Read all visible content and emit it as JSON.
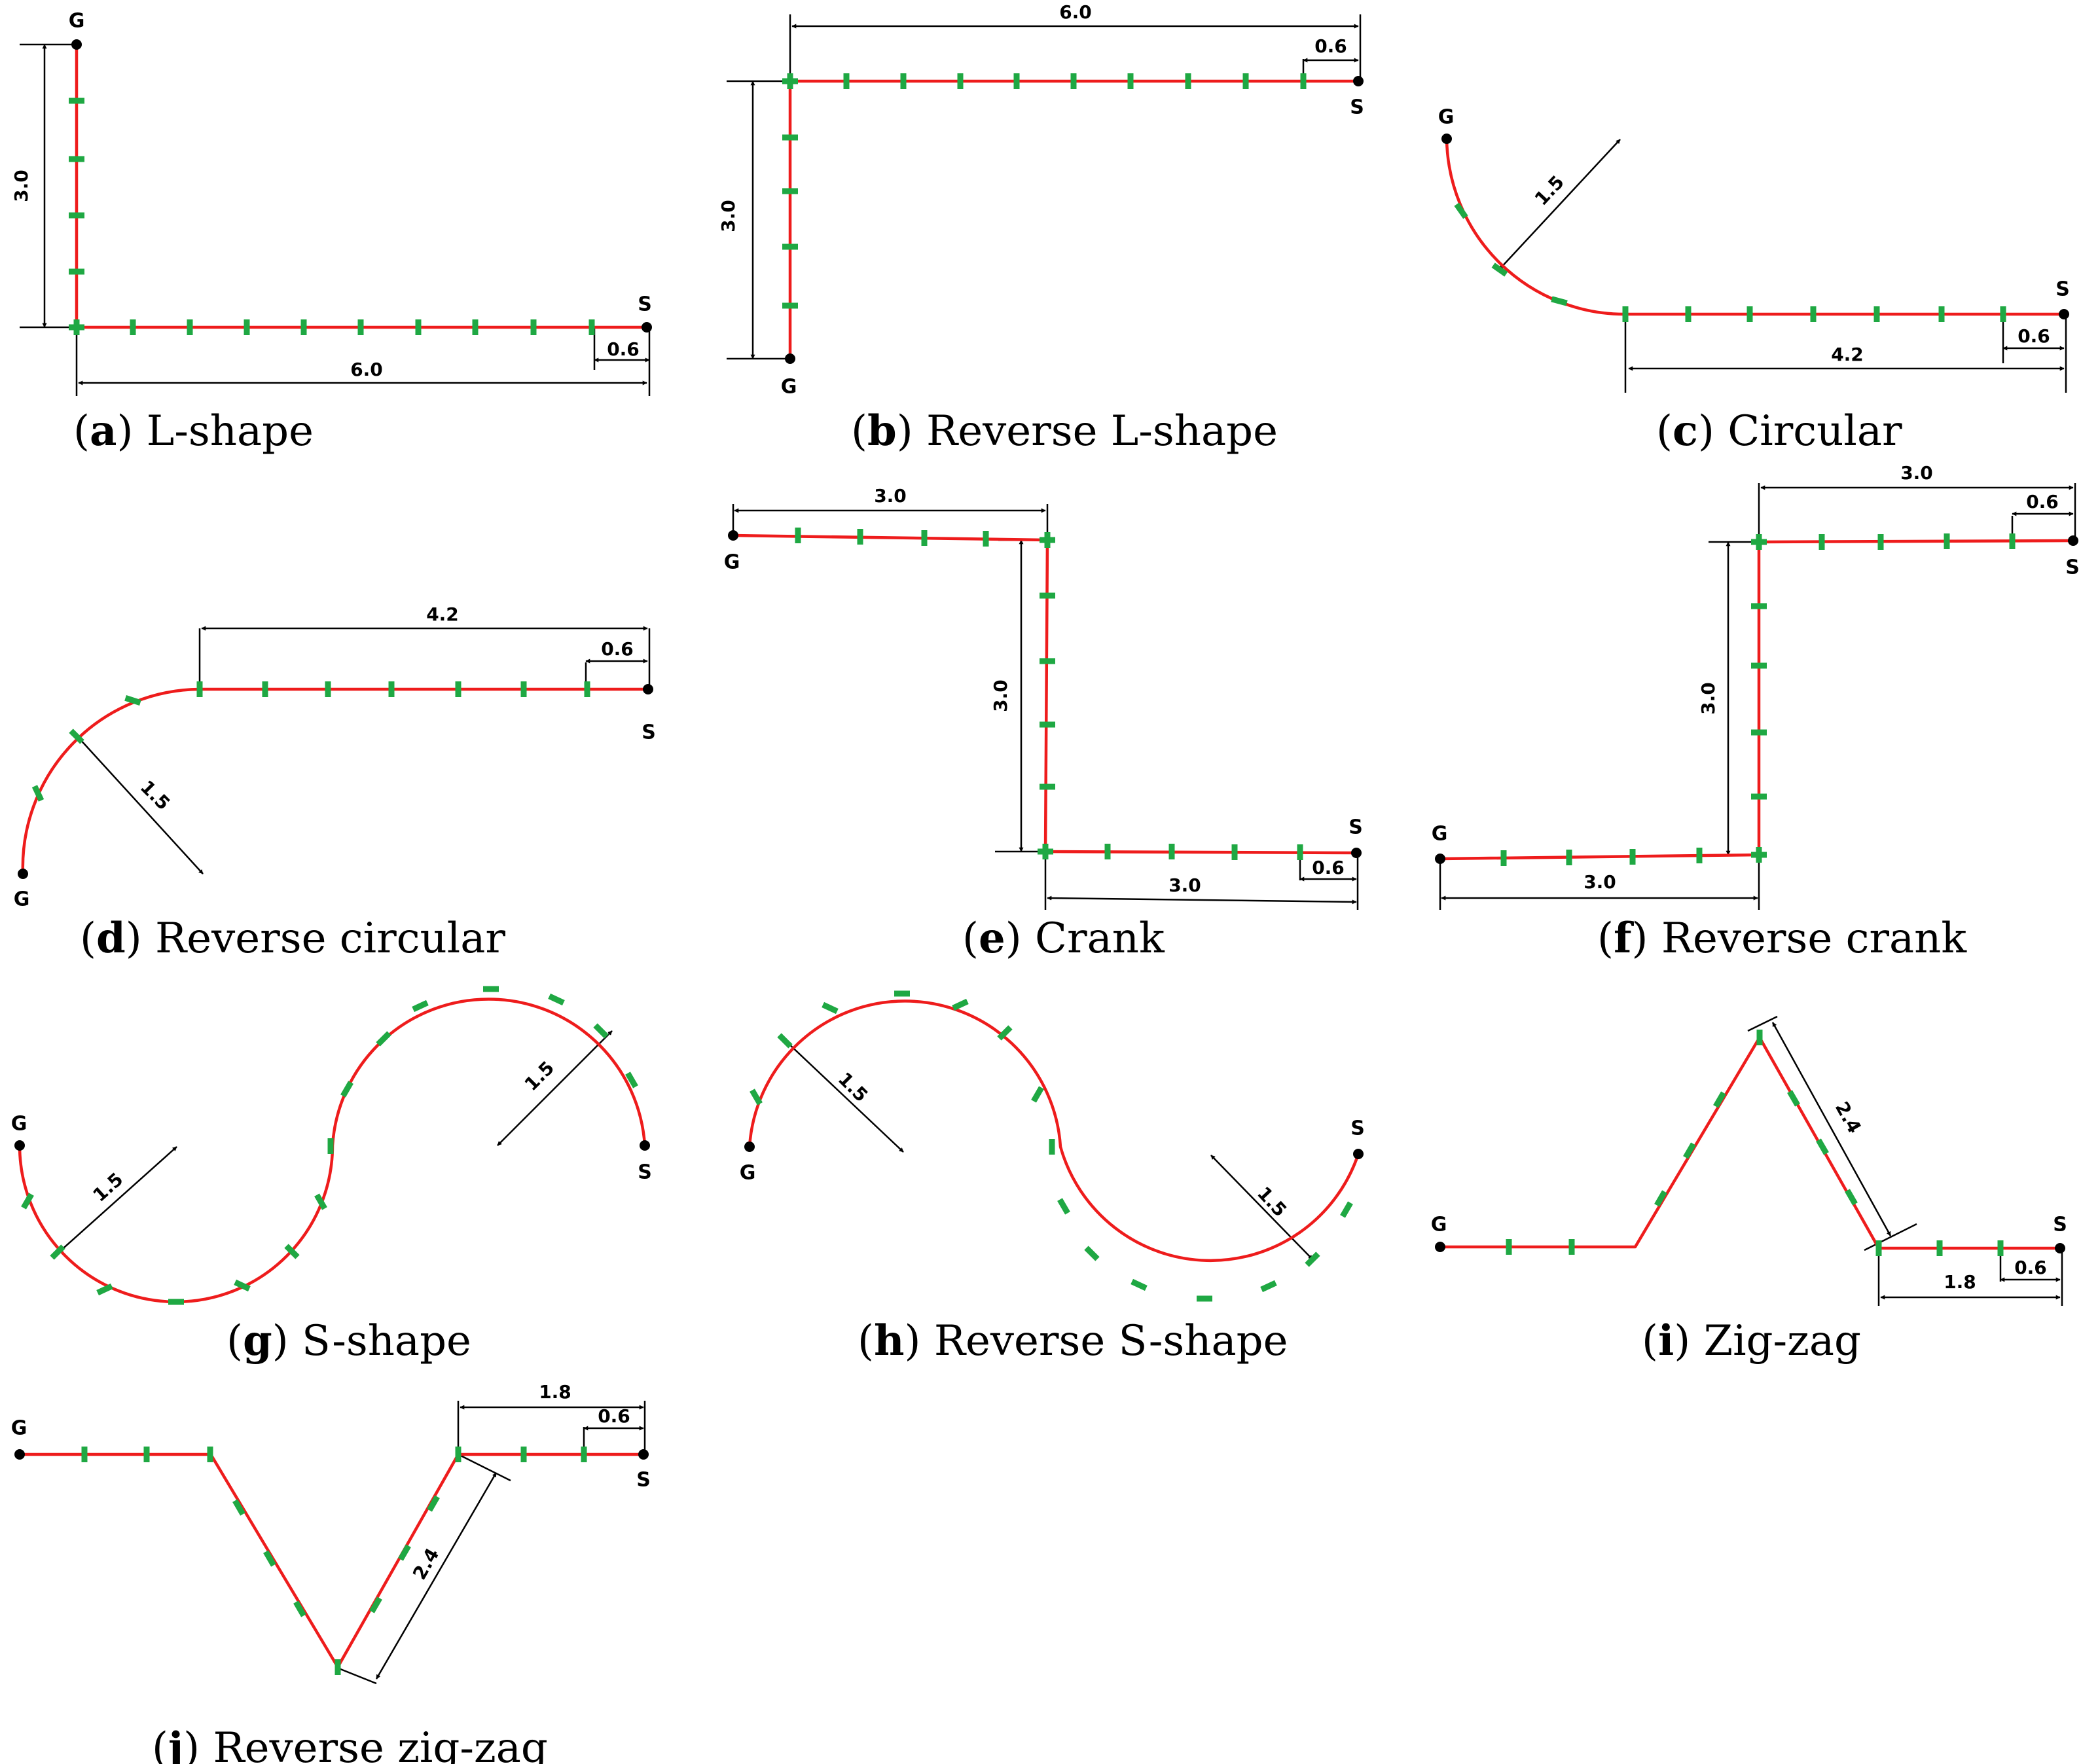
{
  "colors": {
    "path": "#ee1c1c",
    "ticks": "#1fa843",
    "annotations": "#000000"
  },
  "endpoints": {
    "start": "S",
    "goal": "G"
  },
  "panels": [
    {
      "letter": "a",
      "title": "L-shape",
      "dims": [
        "3.0",
        "6.0",
        "0.6"
      ]
    },
    {
      "letter": "b",
      "title": "Reverse L-shape",
      "dims": [
        "6.0",
        "0.6",
        "3.0"
      ]
    },
    {
      "letter": "c",
      "title": "Circular",
      "dims": [
        "1.5",
        "4.2",
        "0.6"
      ]
    },
    {
      "letter": "d",
      "title": "Reverse circular",
      "dims": [
        "4.2",
        "0.6",
        "1.5"
      ]
    },
    {
      "letter": "e",
      "title": "Crank",
      "dims": [
        "3.0",
        "3.0",
        "3.0",
        "0.6"
      ]
    },
    {
      "letter": "f",
      "title": "Reverse crank",
      "dims": [
        "3.0",
        "0.6",
        "3.0",
        "3.0"
      ]
    },
    {
      "letter": "g",
      "title": "S-shape",
      "dims": [
        "1.5",
        "1.5"
      ]
    },
    {
      "letter": "h",
      "title": "Reverse S-shape",
      "dims": [
        "1.5",
        "1.5"
      ]
    },
    {
      "letter": "i",
      "title": "Zig-zag",
      "dims": [
        "2.4",
        "1.8",
        "0.6"
      ]
    },
    {
      "letter": "j",
      "title": "Reverse zig-zag",
      "dims": [
        "1.8",
        "0.6",
        "2.4"
      ]
    }
  ]
}
